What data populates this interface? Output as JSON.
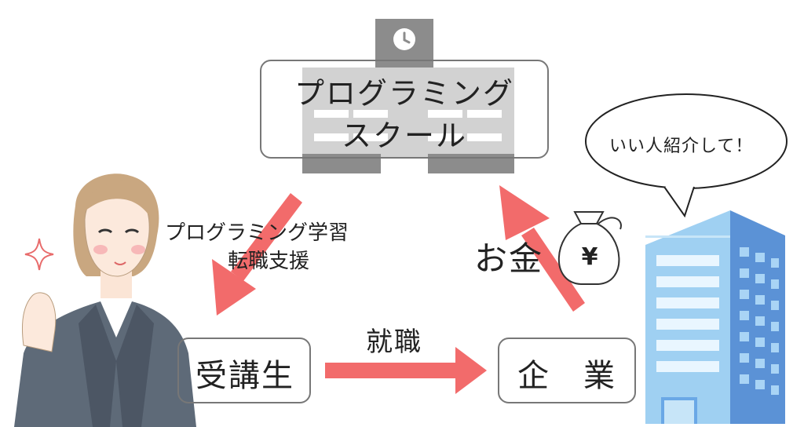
{
  "school": {
    "line1": "プログラミング",
    "line2": "スクール"
  },
  "student": {
    "label": "受講生"
  },
  "company": {
    "label": "企　業"
  },
  "speech_bubble": {
    "text": "いい人紹介して！"
  },
  "arrow_school_to_student": {
    "line1": "プログラミング学習",
    "line2": "転職支援"
  },
  "arrow_student_to_company": {
    "text": "就職"
  },
  "arrow_company_to_school": {
    "text": "お金"
  },
  "money_bag": {
    "symbol": "¥"
  },
  "colors": {
    "arrow": "#f26b6b",
    "school_gray": "#cfcfcf",
    "school_dark": "#8c8c8c",
    "building_blue": "#6aa8e6",
    "building_light": "#9fd0f2"
  }
}
